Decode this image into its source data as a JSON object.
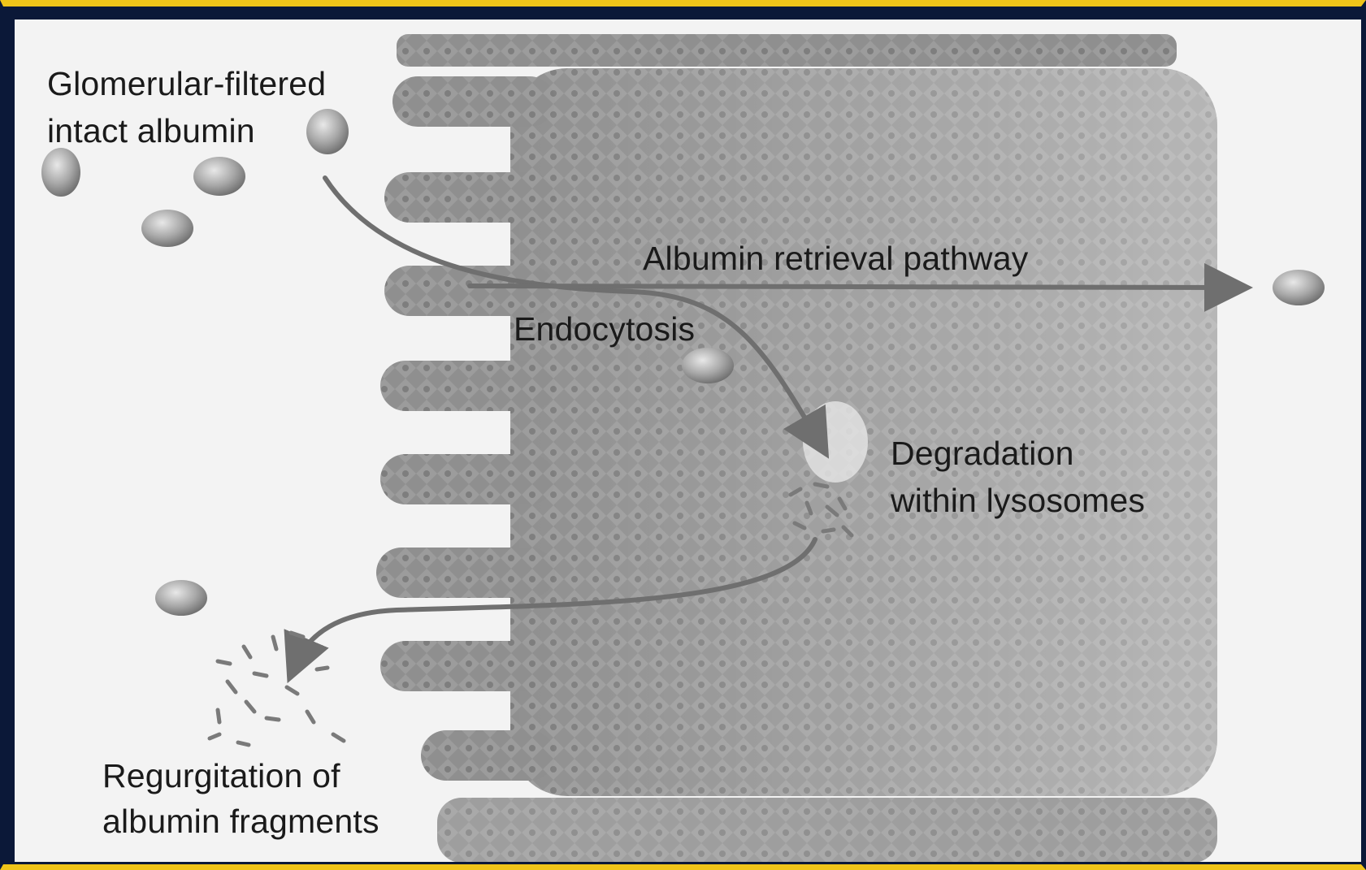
{
  "labels": {
    "glomerular_line1": "Glomerular-filtered",
    "glomerular_line2": "intact albumin",
    "retrieval": "Albumin retrieval pathway",
    "endocytosis": "Endocytosis",
    "degradation_line1": "Degradation",
    "degradation_line2": "within lysosomes",
    "regurgitation_line1": "Regurgitation of",
    "regurgitation_line2": "albumin fragments"
  },
  "colors": {
    "border": "#f0c419",
    "background": "#0b1838",
    "panel": "#f3f3f3",
    "cell": "#8e8e8e",
    "arrow": "#6f6f6f"
  }
}
